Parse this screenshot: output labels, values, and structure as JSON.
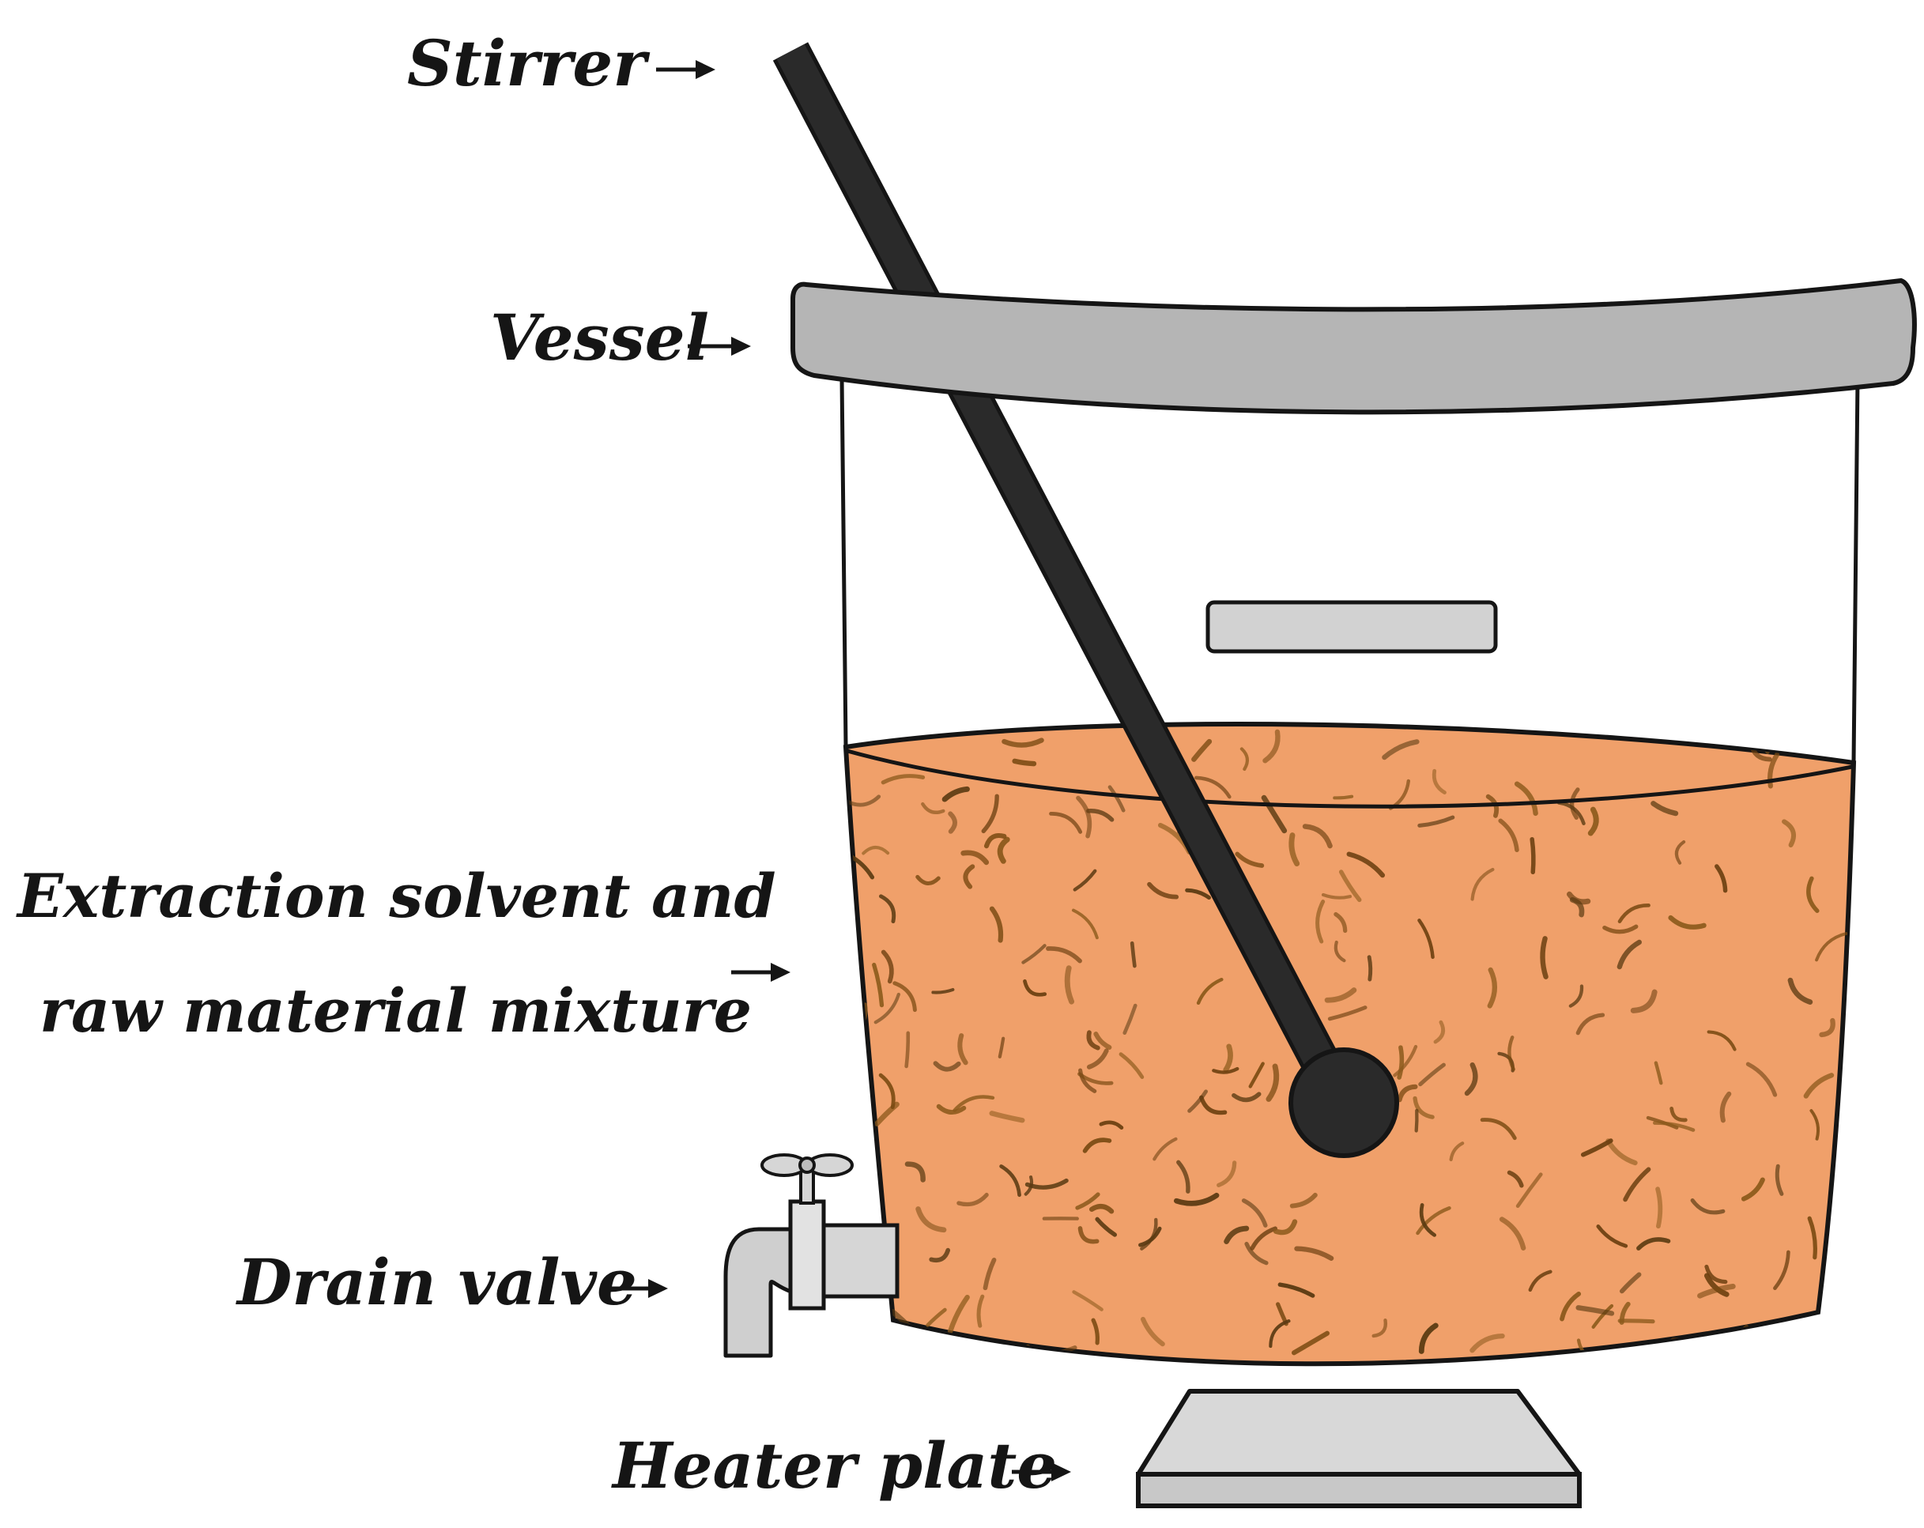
{
  "labels": {
    "stirrer": "Stirrer",
    "vessel": "Vessel",
    "mixture_line1": "Extraction solvent and",
    "mixture_line2": "raw material mixture",
    "drain_valve": "Drain valve",
    "heater_plate": "Heater plate"
  },
  "colors": {
    "mixture_fill": "#F0A06A",
    "mixture_flake": "#7A4A12",
    "stirrer": "#2A2A2A",
    "vessel_rim": "#B5B5B5",
    "metal_light": "#D6D6D6",
    "outline": "#151515"
  }
}
